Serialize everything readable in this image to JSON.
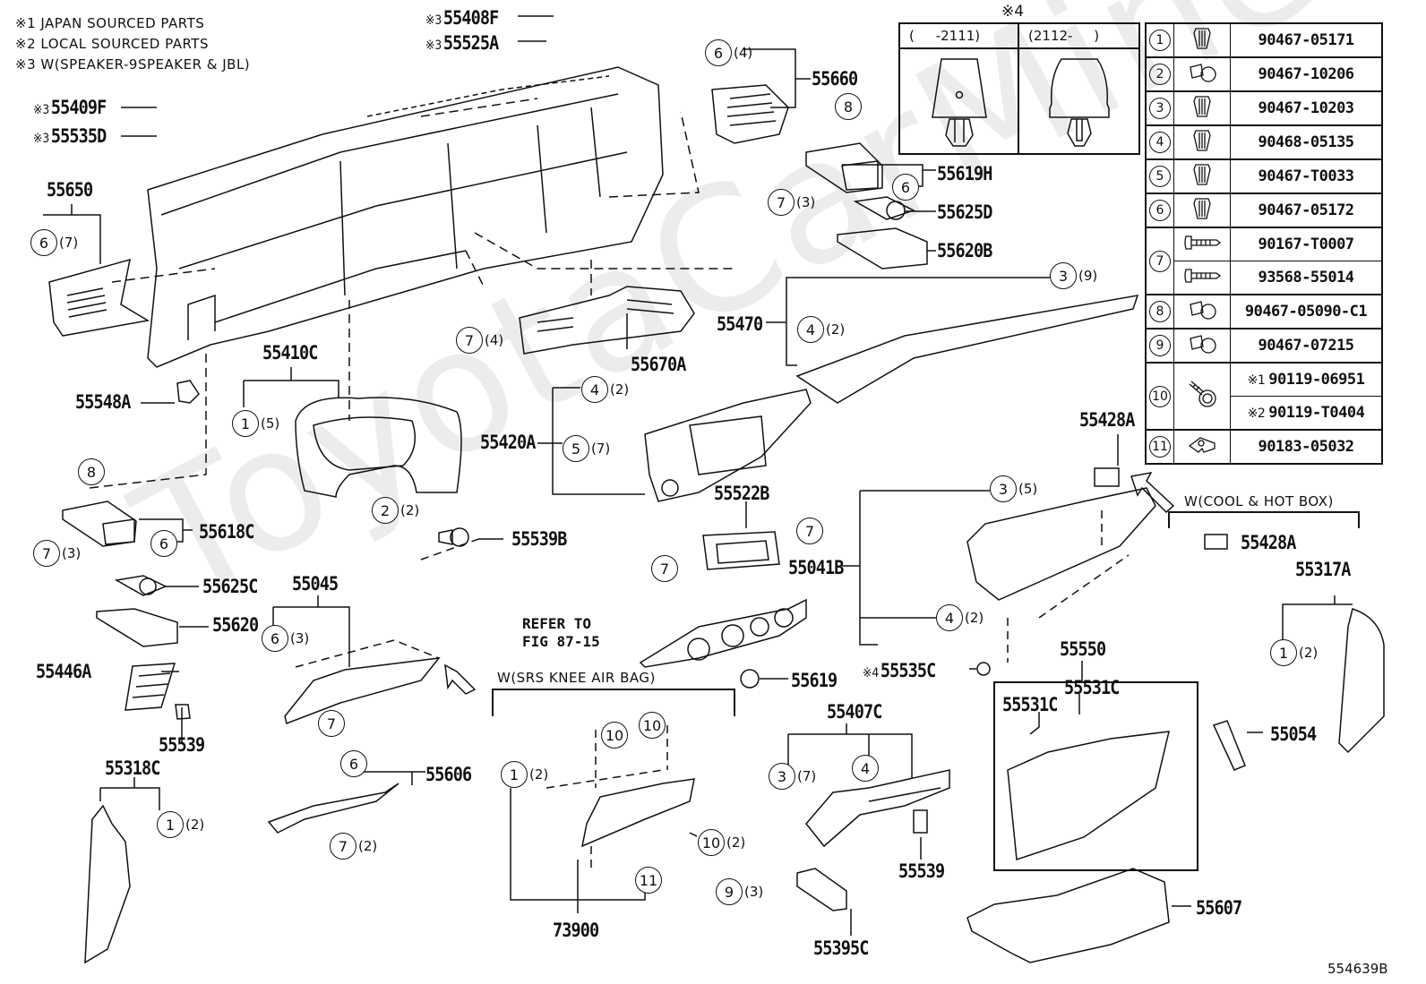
{
  "notes": [
    "※1  JAPAN SOURCED PARTS",
    "※2  LOCAL SOURCED PARTS",
    "※3 W(SPEAKER-9SPEAKER & JBL)"
  ],
  "watermark": "ToyotaCarMine",
  "figure_id": "554639B",
  "variant_box": {
    "title": "※4",
    "left_header": "(     -2111)",
    "right_header": "(2112-     )",
    "left_icon": "clip-early-icon",
    "right_icon": "clip-late-icon"
  },
  "fastener_table": [
    {
      "num": "1",
      "icon": "clip-icon",
      "parts": [
        "90467-05171"
      ]
    },
    {
      "num": "2",
      "icon": "push-rivet-icon",
      "parts": [
        "90467-10206"
      ]
    },
    {
      "num": "3",
      "icon": "clip-icon",
      "parts": [
        "90467-10203"
      ]
    },
    {
      "num": "4",
      "icon": "clip-icon",
      "parts": [
        "90468-05135"
      ]
    },
    {
      "num": "5",
      "icon": "clip-icon",
      "parts": [
        "90467-T0033"
      ]
    },
    {
      "num": "6",
      "icon": "clip-icon",
      "parts": [
        "90467-05172"
      ]
    },
    {
      "num": "7",
      "icon": "screw-icon",
      "parts": [
        "90167-T0007",
        "93568-55014"
      ]
    },
    {
      "num": "8",
      "icon": "push-rivet-icon",
      "parts": [
        "90467-05090-C1"
      ]
    },
    {
      "num": "9",
      "icon": "push-rivet-icon",
      "parts": [
        "90467-07215"
      ]
    },
    {
      "num": "10",
      "icon": "bolt-icon",
      "parts": [
        {
          "ref": "※1",
          "pn": "90119-06951"
        },
        {
          "ref": "※2",
          "pn": "90119-T0404"
        }
      ]
    },
    {
      "num": "11",
      "icon": "clip-nut-icon",
      "parts": [
        "90183-05032"
      ]
    }
  ],
  "part_labels": [
    {
      "id": "p55408F",
      "ref": "※3",
      "pn": "55408F"
    },
    {
      "id": "p55525A",
      "ref": "※3",
      "pn": "55525A"
    },
    {
      "id": "p55409F",
      "ref": "※3",
      "pn": "55409F"
    },
    {
      "id": "p55535D",
      "ref": "※3",
      "pn": "55535D"
    },
    {
      "id": "p55660",
      "ref": "",
      "pn": "55660"
    },
    {
      "id": "p55619H",
      "ref": "",
      "pn": "55619H"
    },
    {
      "id": "p55625D",
      "ref": "",
      "pn": "55625D"
    },
    {
      "id": "p55620B",
      "ref": "",
      "pn": "55620B"
    },
    {
      "id": "p55650",
      "ref": "",
      "pn": "55650"
    },
    {
      "id": "p55470",
      "ref": "",
      "pn": "55470"
    },
    {
      "id": "p55670A",
      "ref": "",
      "pn": "55670A"
    },
    {
      "id": "p55548A",
      "ref": "",
      "pn": "55548A"
    },
    {
      "id": "p55410C",
      "ref": "",
      "pn": "55410C"
    },
    {
      "id": "p55420A",
      "ref": "",
      "pn": "55420A"
    },
    {
      "id": "p55428A_top",
      "ref": "",
      "pn": "55428A"
    },
    {
      "id": "p55428A_box",
      "ref": "",
      "pn": "55428A"
    },
    {
      "id": "p55522B",
      "ref": "",
      "pn": "55522B"
    },
    {
      "id": "p55618C",
      "ref": "",
      "pn": "55618C"
    },
    {
      "id": "p55539B",
      "ref": "",
      "pn": "55539B"
    },
    {
      "id": "p55041B",
      "ref": "",
      "pn": "55041B"
    },
    {
      "id": "p55317A",
      "ref": "",
      "pn": "55317A"
    },
    {
      "id": "p55625C",
      "ref": "",
      "pn": "55625C"
    },
    {
      "id": "p55045",
      "ref": "",
      "pn": "55045"
    },
    {
      "id": "p55620",
      "ref": "",
      "pn": "55620"
    },
    {
      "id": "p55535C",
      "ref": "※4",
      "pn": "55535C"
    },
    {
      "id": "p55550",
      "ref": "",
      "pn": "55550"
    },
    {
      "id": "p55446A",
      "ref": "",
      "pn": "55446A"
    },
    {
      "id": "p55619",
      "ref": "",
      "pn": "55619"
    },
    {
      "id": "p55531C_a",
      "ref": "",
      "pn": "55531C"
    },
    {
      "id": "p55531C_b",
      "ref": "",
      "pn": "55531C"
    },
    {
      "id": "p55407C",
      "ref": "",
      "pn": "55407C"
    },
    {
      "id": "p55054",
      "ref": "",
      "pn": "55054"
    },
    {
      "id": "p55539_a",
      "ref": "",
      "pn": "55539"
    },
    {
      "id": "p55539_b",
      "ref": "",
      "pn": "55539"
    },
    {
      "id": "p55318C",
      "ref": "",
      "pn": "55318C"
    },
    {
      "id": "p55606",
      "ref": "",
      "pn": "55606"
    },
    {
      "id": "p55607",
      "ref": "",
      "pn": "55607"
    },
    {
      "id": "p73900",
      "ref": "",
      "pn": "73900"
    },
    {
      "id": "p55395C",
      "ref": "",
      "pn": "55395C"
    }
  ],
  "callouts": [
    {
      "num": "6",
      "qty": "(4)"
    },
    {
      "num": "8",
      "qty": ""
    },
    {
      "num": "6",
      "qty": ""
    },
    {
      "num": "7",
      "qty": "(3)"
    },
    {
      "num": "6",
      "qty": "(7)"
    },
    {
      "num": "3",
      "qty": "(9)"
    },
    {
      "num": "4",
      "qty": "(2)"
    },
    {
      "num": "7",
      "qty": "(4)"
    },
    {
      "num": "1",
      "qty": "(5)"
    },
    {
      "num": "4",
      "qty": "(2)"
    },
    {
      "num": "5",
      "qty": "(7)"
    },
    {
      "num": "2",
      "qty": "(2)"
    },
    {
      "num": "8",
      "qty": ""
    },
    {
      "num": "6",
      "qty": ""
    },
    {
      "num": "7",
      "qty": "(3)"
    },
    {
      "num": "7",
      "qty": ""
    },
    {
      "num": "7",
      "qty": ""
    },
    {
      "num": "3",
      "qty": "(5)"
    },
    {
      "num": "4",
      "qty": "(2)"
    },
    {
      "num": "1",
      "qty": "(2)"
    },
    {
      "num": "6",
      "qty": "(3)"
    },
    {
      "num": "7",
      "qty": ""
    },
    {
      "num": "10",
      "qty": ""
    },
    {
      "num": "10",
      "qty": ""
    },
    {
      "num": "1",
      "qty": "(2)"
    },
    {
      "num": "10",
      "qty": "(2)"
    },
    {
      "num": "11",
      "qty": ""
    },
    {
      "num": "3",
      "qty": "(7)"
    },
    {
      "num": "4",
      "qty": ""
    },
    {
      "num": "9",
      "qty": "(3)"
    },
    {
      "num": "1",
      "qty": "(2)"
    },
    {
      "num": "6",
      "qty": ""
    },
    {
      "num": "7",
      "qty": "(2)"
    }
  ],
  "conditions": {
    "cool_hot_box": "W(COOL & HOT BOX)",
    "srs_knee": "W(SRS KNEE AIR BAG)"
  },
  "refer": "REFER TO\nFIG 87-15"
}
